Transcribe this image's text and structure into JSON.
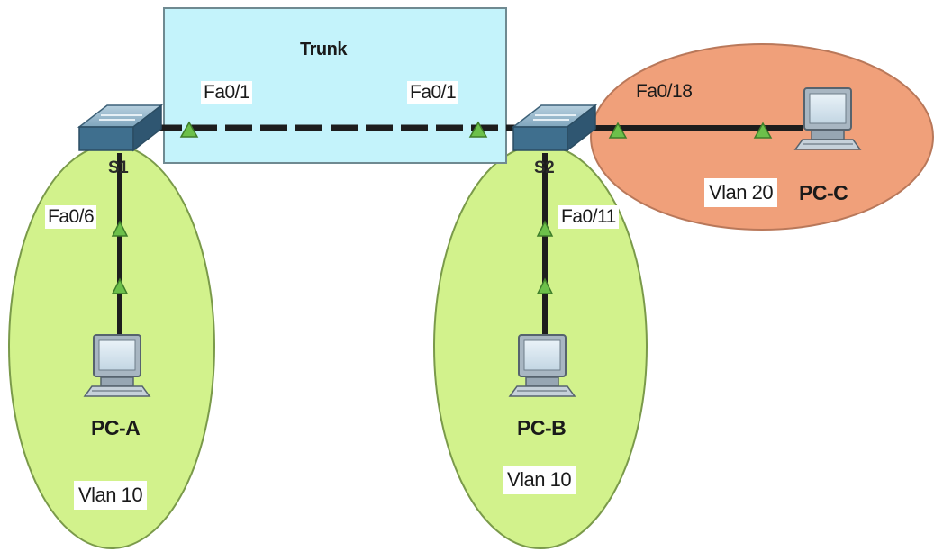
{
  "trunk": {
    "label": "Trunk"
  },
  "switches": {
    "s1": {
      "label": "S1"
    },
    "s2": {
      "label": "S2"
    }
  },
  "ports": {
    "s1_trunk": "Fa0/1",
    "s2_trunk": "Fa0/1",
    "s2_to_pcc": "Fa0/18",
    "s1_to_pca": "Fa0/6",
    "s2_to_pcb": "Fa0/11"
  },
  "pcs": {
    "pca": {
      "label": "PC-A"
    },
    "pcb": {
      "label": "PC-B"
    },
    "pcc": {
      "label": "PC-C"
    }
  },
  "vlans": {
    "pca": "Vlan 10",
    "pcb": "Vlan 10",
    "pcc": "Vlan 20"
  },
  "colors": {
    "vlan10_fill": "#d2f28c",
    "vlan20_fill": "#f0a07a",
    "trunk_fill": "#c4f3fb",
    "link": "#1d1d1d",
    "link_led": "#6cc04a",
    "switch_top": "#8fb3c9",
    "switch_front": "#3f6f8e",
    "pc_body": "#a8b6c2"
  }
}
